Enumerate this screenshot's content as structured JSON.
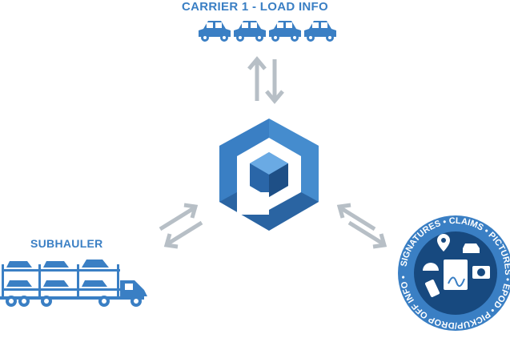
{
  "carrier": {
    "title": "CARRIER 1 - LOAD INFO",
    "car_count": 4
  },
  "subhauler": {
    "title": "SUBHAULER"
  },
  "badge": {
    "ring_text": "SIGNATURES • CLAIMS • PICTURES • EPOD • PICKUP/DROP OFF INFO •"
  },
  "colors": {
    "accent": "#3a7fc4",
    "accent_light": "#4d94d6",
    "accent_dark": "#1e4f86",
    "badge_bg": "#17497f",
    "arrow_gray": "#b7bfc6"
  },
  "icons": {
    "carrier": "car-icon",
    "subhauler": "car-hauler-truck-icon",
    "center": "hexagon-logo-icon",
    "badge": "documents-badge-icon",
    "arrows": "bidirectional-arrows-icon"
  }
}
